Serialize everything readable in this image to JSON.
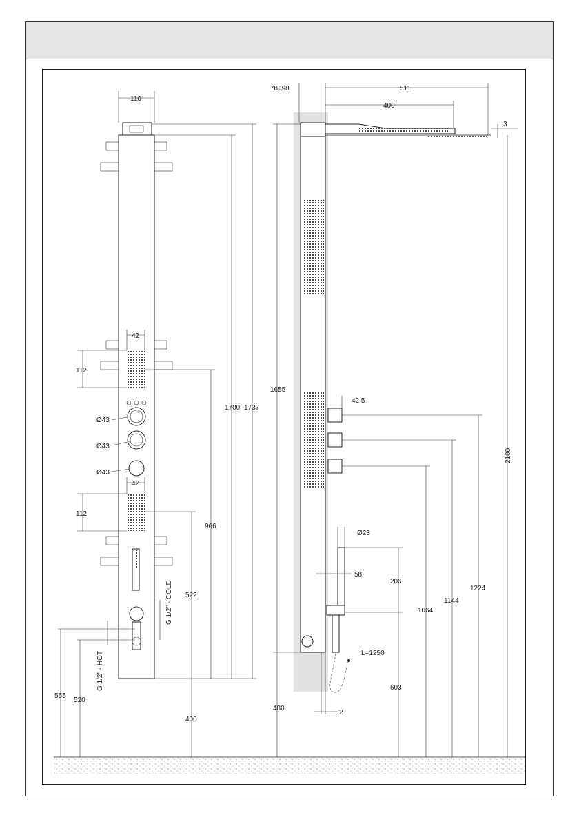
{
  "dimensions": {
    "front_width": "110",
    "jet_spacing_top": "42",
    "jet_spacing_bottom": "42",
    "jet_block_height_top": "112",
    "jet_block_height_bottom": "112",
    "knob_dia_1": "Ø43",
    "knob_dia_2": "Ø43",
    "knob_dia_3": "Ø43",
    "height_1700": "1700",
    "height_1737": "1737",
    "height_966": "966",
    "height_522": "522",
    "height_400": "400",
    "height_555": "555",
    "height_520": "520",
    "cold_label": "G 1/2\" - COLD",
    "hot_label": "G 1/2\" - HOT",
    "wall_offset": "78÷98",
    "arm_length_511": "511",
    "arm_length_400": "400",
    "head_thickness": "3",
    "height_1655": "1655",
    "knob_depth": "42.5",
    "total_2100": "2100",
    "hose_dia": "Ø23",
    "holder_depth": "58",
    "holder_206": "206",
    "hose_length": "L=1250",
    "height_1064": "1064",
    "height_1144": "1144",
    "height_1224": "1224",
    "height_603": "603",
    "height_480": "480",
    "gap_2": "2"
  }
}
